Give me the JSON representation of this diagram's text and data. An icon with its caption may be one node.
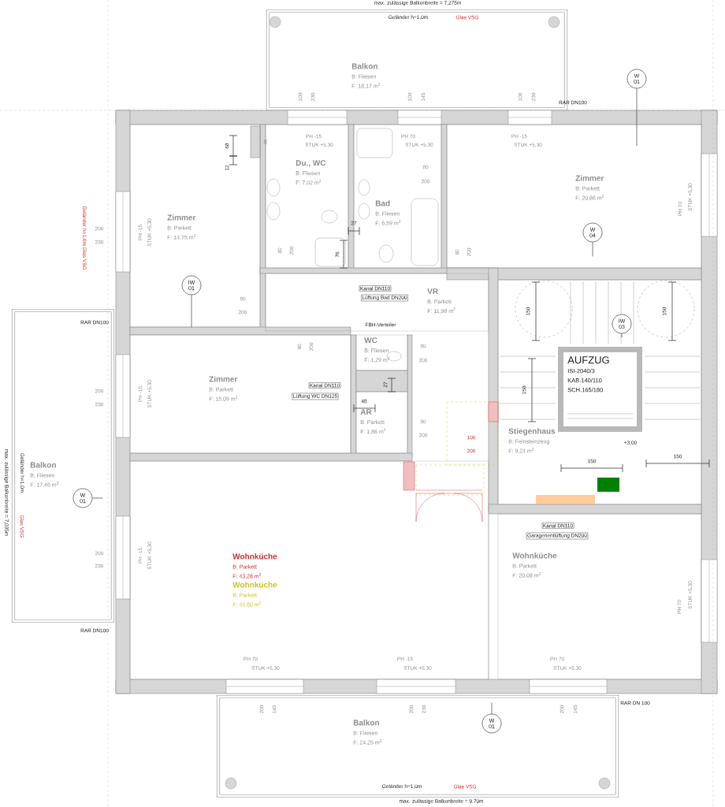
{
  "diagram": {
    "nodes": [
      {
        "text": [
          "Balkon",
          "B: Fliesen",
          "F: 18,17 m$^{2}$"
        ]
      },
      {
        "text": [
          "W 01"
        ]
      },
      {
        "text": [
          "Zimmer",
          "B: Parkett",
          "F: 14,75 m$^{2}$"
        ]
      },
      {
        "text": [
          "Du., WC",
          "B: Fliesen",
          "F: 7,02 m$^{2}$"
        ]
      },
      {
        "text": [
          "Bad",
          "B: Fliesen",
          "F: 6,59 m$^{2}$"
        ]
      },
      {
        "text": [
          "Zimmer",
          "B: Parkett",
          "F: 20,86 m$^{2}$"
        ]
      },
      {
        "text": [
          "W 04"
        ],
        "in": 5
      },
      {
        "text": [
          "IW 01"
        ],
        "in": 2
      },
      {
        "text": [
          "VR",
          "B: Parkett",
          "F: 11,98 m$^{2}$"
        ]
      },
      {
        "text": [
          "Stiegenhaus",
          "B: Feinsteinzeug",
          "F: 9,24 m$^{2}$"
        ]
      },
      {
        "text": [
          "IW 03"
        ],
        "in": 9
      },
      {
        "text": [
          "AUFZUG",
          "ISI-2040/3",
          "KAB.140/110",
          "SCH.165/180"
        ],
        "in": 9
      },
      {
        "text": [
          "Zimmer",
          "B: Parkett",
          "F: 15,09 m$^{2}$"
        ]
      },
      {
        "text": [
          "WC",
          "B: Fliesen",
          "F: 1,29 m$^{2}$"
        ]
      },
      {
        "text": [
          "AR",
          "B: Parkett",
          "F: 1,86 m$^{2}$"
        ]
      },
      {
        "text": [
          "Balkon",
          "B: Fliesen",
          "F: 17,46 m$^{2}$"
        ]
      },
      {
        "text": [
          "W 01"
        ],
        "in": 15
      },
      {
        "text": [
          "Wohnküche",
          "B: Parkett",
          "F: 43,28 m$^{2}$",
          "Wohnküche",
          "B: Parkett",
          "F: 44,60 m$^{2}$"
        ]
      },
      {
        "text": [
          "Wohnküche",
          "B: Parkett",
          "F: 20,08 m$^{2}$"
        ]
      },
      {
        "text": [
          "Balkon",
          "B: Fliesen",
          "F: 24,25 m$^{2}$"
        ]
      },
      {
        "text": [
          "W 01"
        ],
        "in": 19
      }
    ],
    "edges": [
      {
        "from": 1,
        "to": null,
        "arrow": "none"
      },
      {
        "from": 7,
        "to": null,
        "arrow": "none"
      },
      {
        "from": 6,
        "to": null,
        "arrow": "none"
      },
      {
        "from": 10,
        "to": null,
        "arrow": "none"
      },
      {
        "from": 16,
        "to": null,
        "arrow": "none"
      },
      {
        "from": 20,
        "to": null,
        "arrow": "none"
      }
    ],
    "labels": [
      "max. zulässige Balkonbreite = 7,275m",
      "Geländer h=1,0m",
      "Glas VSG",
      "100",
      "230",
      "PH -15",
      "STUK +5,30",
      "100",
      "145",
      "PH 70",
      "STUK +5,30",
      "100",
      "230",
      "RAR DN100",
      "PH -15",
      "STUK +5,30",
      "68",
      "12",
      "Geländer h=1,0m Glas VSG",
      "200",
      "230",
      "PH -15",
      "STUK +5,30",
      "27",
      "76",
      "80",
      "200",
      "80",
      "200",
      "80",
      "200",
      "PH 70",
      "STUK +5,30",
      "80",
      "200",
      "Kanal DN110",
      "Lüftung Bad DN200",
      "RAR DN100",
      "FBH-Verteiler",
      "90",
      "200",
      "80",
      "200",
      "Kanal DN110",
      "Lüftung WC DN125",
      "27",
      "48",
      "200",
      "230",
      "PH -15",
      "STUK +5,30",
      "80",
      "200",
      "150",
      "150",
      "150",
      "100",
      "200",
      "+3,00",
      "150",
      "150",
      "max. zulässige Balkonbreite = 7,035m",
      "Geländer h=1,0m",
      "Glas VSG",
      "Kanal DN110",
      "Garagenentlüftung DN200",
      "200",
      "230",
      "PH -15",
      "STUK +5,30",
      "PH 70",
      "STUK +5,30",
      "RAR DN100",
      "PH 70",
      "STUK +5,30",
      "PH -15",
      "STUK +5,30",
      "PH 70",
      "STUK +5,30",
      "200",
      "145",
      "200",
      "230",
      "RAR DN 100",
      "200",
      "145",
      "Geländer h=1,0m",
      "Glas VSG",
      "max. zulässige Balkonbreite = 9.70m",
      "W"
    ]
  }
}
